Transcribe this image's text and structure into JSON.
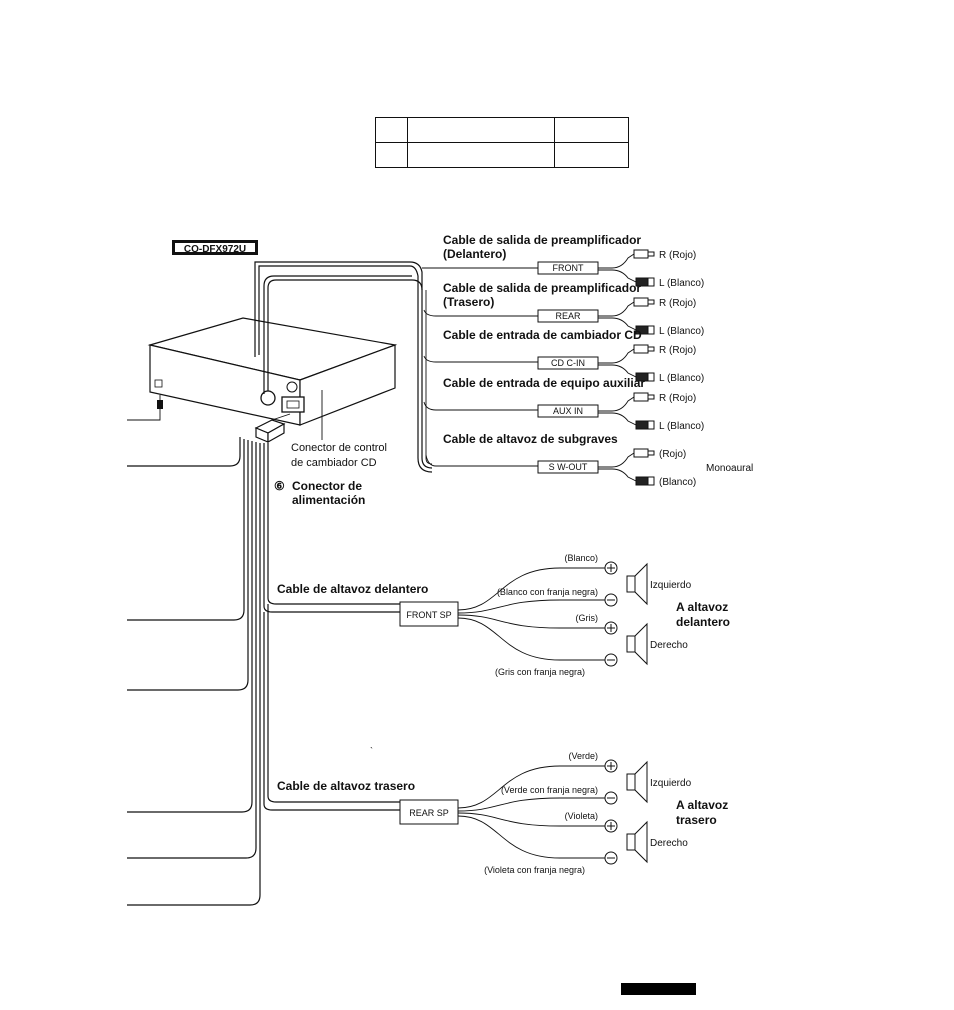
{
  "model_badge": "CQ-DFX972U",
  "header_table": {
    "rows": 2,
    "cols": 3
  },
  "preamp_cables": [
    {
      "title": "Cable de salida de preamplificador",
      "subtitle": "(Delantero)",
      "connector": "FRONT",
      "plug_labels": [
        "R (Rojo)",
        "L (Blanco)"
      ]
    },
    {
      "title": "Cable de salida de preamplificador",
      "subtitle": "(Trasero)",
      "connector": "REAR",
      "plug_labels": [
        "R (Rojo)",
        "L (Blanco)"
      ]
    },
    {
      "title": "Cable de entrada de cambiador CD",
      "subtitle": "",
      "connector": "CD C-IN",
      "plug_labels": [
        "R (Rojo)",
        "L (Blanco)"
      ]
    },
    {
      "title": "Cable de entrada de equipo auxiliar",
      "subtitle": "",
      "connector": "AUX IN",
      "plug_labels": [
        "R (Rojo)",
        "L (Blanco)"
      ]
    },
    {
      "title": "Cable de altavoz de subgraves",
      "subtitle": "",
      "connector": "S W-OUT",
      "plug_labels": [
        "(Rojo)",
        "(Blanco)"
      ]
    }
  ],
  "subwoofer_mode": "Monoaural",
  "cd_control_connector": [
    "Conector de control",
    "de cambiador CD"
  ],
  "power_connector": {
    "number": "⑥",
    "lines": [
      "Conector de",
      "alimentación"
    ]
  },
  "front_speaker": {
    "cable_label": "Cable de altavoz delantero",
    "connector": "FRONT SP",
    "wires": [
      "(Blanco)",
      "(Blanco con franja negra)",
      "(Gris)",
      "(Gris con franja negra)"
    ],
    "left": "Izquierdo",
    "right": "Derecho",
    "target": [
      "A altavoz",
      "delantero"
    ]
  },
  "rear_speaker": {
    "cable_label": "Cable de altavoz trasero",
    "connector": "REAR SP",
    "wires": [
      "(Verde)",
      "(Verde con franja negra)",
      "(Violeta)",
      "(Violeta con franja negra)"
    ],
    "left": "Izquierdo",
    "right": "Derecho",
    "target": [
      "A altavoz",
      "trasero"
    ]
  },
  "polarity": {
    "plus": "⊕",
    "minus": "⊖"
  }
}
